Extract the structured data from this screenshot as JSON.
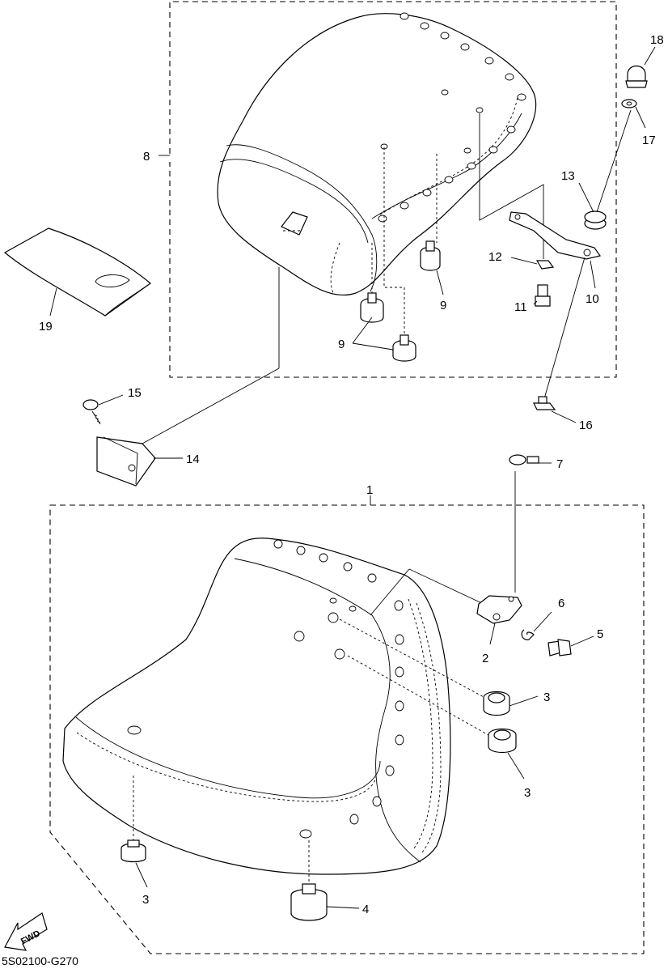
{
  "diagram": {
    "code": "5S02100-G270",
    "fwd_label": "FWD",
    "callouts": {
      "c1": "1",
      "c2": "2",
      "c3a": "3",
      "c3b": "3",
      "c3c": "3",
      "c4": "4",
      "c5": "5",
      "c6": "6",
      "c7": "7",
      "c8": "8",
      "c9a": "9",
      "c9b": "9",
      "c10": "10",
      "c11": "11",
      "c12": "12",
      "c13": "13",
      "c14": "14",
      "c15": "15",
      "c16": "16",
      "c17": "17",
      "c18": "18",
      "c19": "19"
    }
  }
}
